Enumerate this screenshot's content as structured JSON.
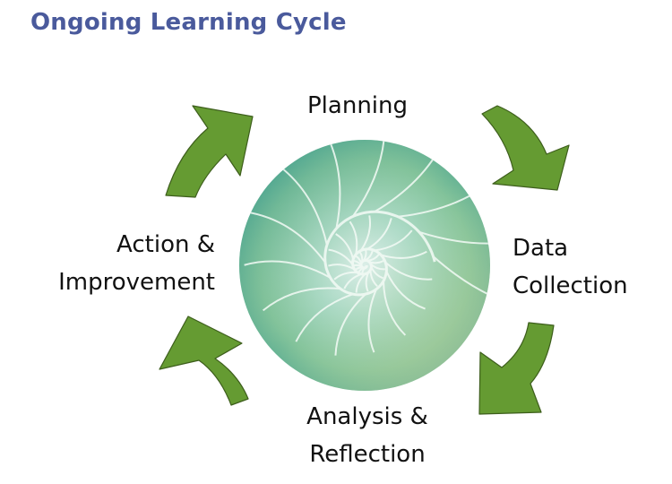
{
  "title": "Ongoing Learning Cycle",
  "stages": {
    "planning": "Planning",
    "data_collection": [
      "Data",
      "Collection"
    ],
    "analysis": [
      "Analysis &",
      "Reflection"
    ],
    "action": [
      "Action &",
      "Improvement"
    ]
  },
  "colors": {
    "title": "#4a5a9c",
    "arrow": "#659b32",
    "arrow_outline": "#3d5e1c"
  }
}
